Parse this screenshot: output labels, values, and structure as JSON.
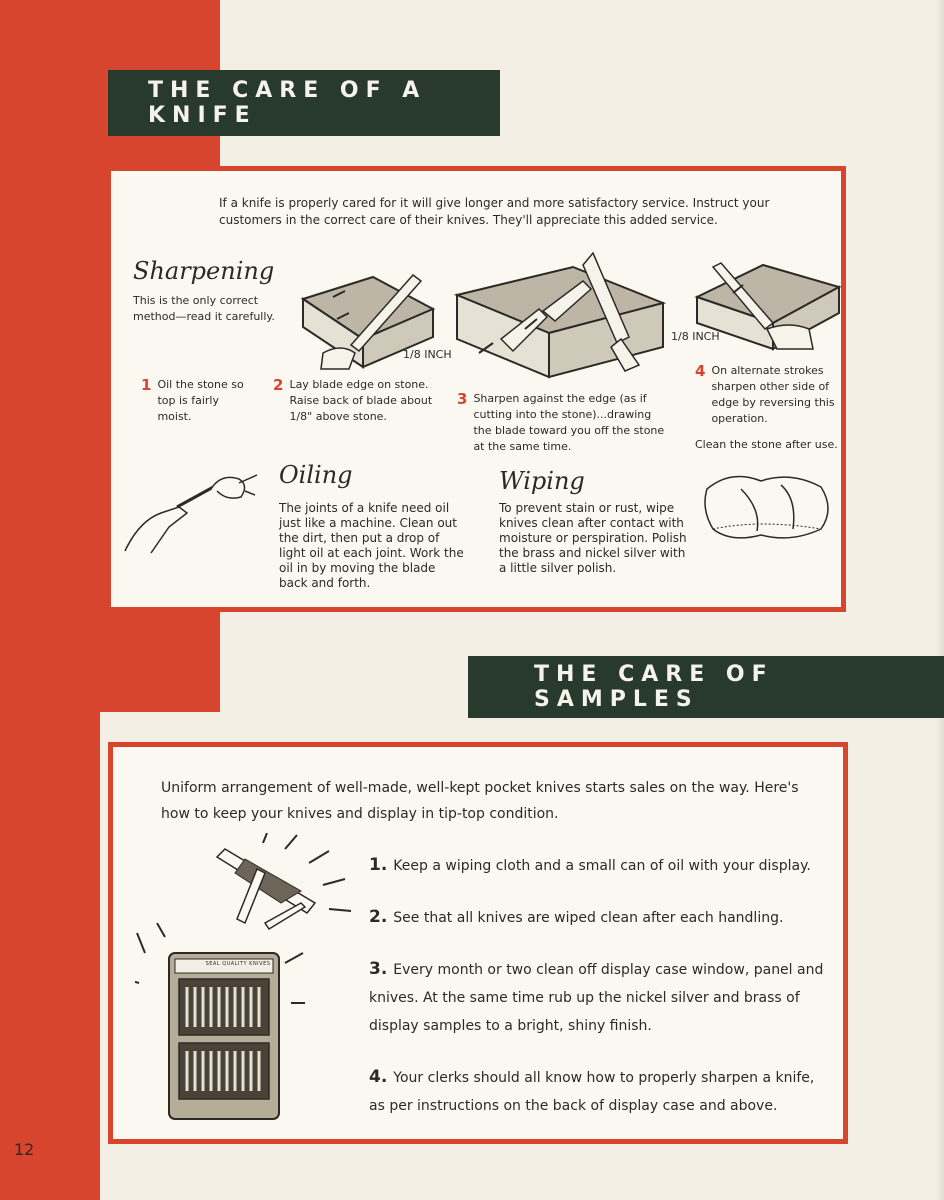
{
  "banners": {
    "care_of_knife": "THE CARE OF A KNIFE",
    "care_of_samples": "THE CARE OF SAMPLES"
  },
  "knife_section": {
    "intro": "If a knife is properly cared for it will give longer and more satisfactory service. Instruct your customers in the correct care of their knives. They'll appreciate this added service.",
    "sharpening": {
      "heading": "Sharpening",
      "subtext": "This is the only correct method—read it carefully.",
      "inch_label_1": "1/8 INCH",
      "inch_label_2": "1/8 INCH",
      "steps": [
        {
          "number": "1",
          "text": "Oil the stone so top is fairly moist."
        },
        {
          "number": "2",
          "text": "Lay blade edge on stone. Raise back of blade about 1/8\" above stone."
        },
        {
          "number": "3",
          "text": "Sharpen against the edge (as if cutting into the stone)...drawing the blade toward you off the stone at the same time."
        },
        {
          "number": "4",
          "text": "On alternate strokes sharpen other side of edge by reversing this operation."
        }
      ],
      "clean_note": "Clean the stone after use."
    },
    "oiling": {
      "heading": "Oiling",
      "text": "The joints of a knife need oil just like a machine. Clean out the dirt, then put a drop of light oil at each joint. Work the oil in by moving the blade back and forth."
    },
    "wiping": {
      "heading": "Wiping",
      "text": "To prevent stain or rust, wipe knives clean after contact with moisture or perspiration. Polish the brass and nickel silver with a little silver polish."
    }
  },
  "samples_section": {
    "intro": "Uniform arrangement of well-made, well-kept pocket knives starts sales on the way. Here's how to keep your knives and display in tip-top condition.",
    "display_case_label": "SEAL QUALITY KNIVES",
    "items": [
      {
        "number": "1.",
        "text": "Keep a wiping cloth and a small can of oil with your display."
      },
      {
        "number": "2.",
        "text": "See that all knives are wiped clean after each handling."
      },
      {
        "number": "3.",
        "text": "Every month or two clean off display case window, panel and knives. At the same time rub up the nickel silver and brass of display samples to a bright, shiny finish."
      },
      {
        "number": "4.",
        "text": "Your clerks should all know how to properly sharpen a knife, as per instructions on the back of display case and above."
      }
    ]
  },
  "page_number": "12",
  "colors": {
    "accent_red": "#d8452f",
    "banner_green": "#273a2d",
    "paper": "#fbf8f1"
  }
}
